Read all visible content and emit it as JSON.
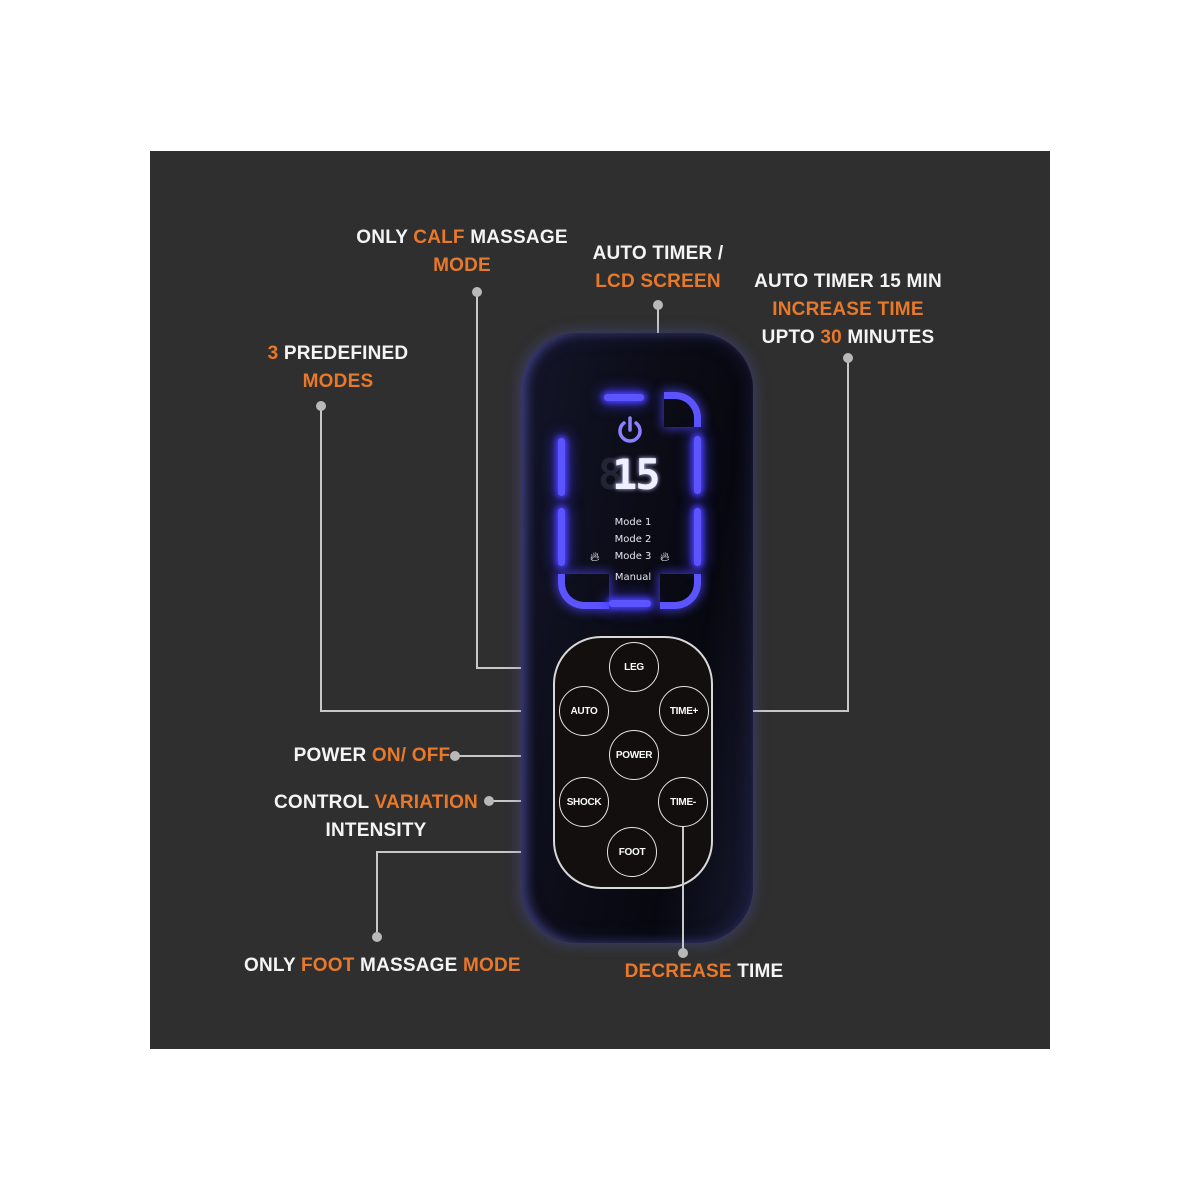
{
  "accent_color": "#e8782a",
  "panel_color": "#2f2f2f",
  "glow_color": "#5b54ff",
  "annotations": {
    "calf_mode": {
      "line1": [
        {
          "t": "ONLY ",
          "hl": false
        },
        {
          "t": "CALF",
          "hl": true
        },
        {
          "t": " MASSAGE",
          "hl": false
        }
      ],
      "line2": [
        {
          "t": "MODE",
          "hl": true
        }
      ]
    },
    "lcd_screen": {
      "line1": [
        {
          "t": "AUTO TIMER /",
          "hl": false
        }
      ],
      "line2": [
        {
          "t": "LCD SCREEN",
          "hl": true
        }
      ]
    },
    "auto_timer": {
      "line1": [
        {
          "t": "AUTO TIMER 15 MIN",
          "hl": false
        }
      ],
      "line2": [
        {
          "t": "INCREASE TIME",
          "hl": true
        }
      ],
      "line3": [
        {
          "t": "UPTO ",
          "hl": false
        },
        {
          "t": "30",
          "hl": true
        },
        {
          "t": " MINUTES",
          "hl": false
        }
      ]
    },
    "predefined_modes": {
      "line1": [
        {
          "t": "3",
          "hl": true
        },
        {
          "t": " PREDEFINED",
          "hl": false
        }
      ],
      "line2": [
        {
          "t": "MODES",
          "hl": true
        }
      ]
    },
    "power": {
      "line1": [
        {
          "t": "POWER ",
          "hl": false
        },
        {
          "t": "ON/ OFF",
          "hl": true
        }
      ]
    },
    "control_variation": {
      "line1": [
        {
          "t": "CONTROL ",
          "hl": false
        },
        {
          "t": "VARIATION",
          "hl": true
        }
      ],
      "line2": [
        {
          "t": "INTENSITY",
          "hl": false
        }
      ]
    },
    "foot_mode": {
      "line1": [
        {
          "t": "ONLY ",
          "hl": false
        },
        {
          "t": "FOOT",
          "hl": true
        },
        {
          "t": " MASSAGE ",
          "hl": false
        },
        {
          "t": "MODE",
          "hl": true
        }
      ]
    },
    "decrease_time": {
      "line1": [
        {
          "t": "DECREASE",
          "hl": true
        },
        {
          "t": " TIME",
          "hl": false
        }
      ]
    }
  },
  "display": {
    "power_icon": "power-icon",
    "timer_value": "15",
    "timer_ghost_digit": "8",
    "modes": [
      "Mode 1",
      "Mode 2",
      "Mode 3",
      "Manual"
    ],
    "heat_icon": "flame-icon"
  },
  "buttons": {
    "leg": "LEG",
    "auto": "AUTO",
    "time_plus": "TIME+",
    "power": "POWER",
    "shock": "SHOCK",
    "time_minus": "TIME-",
    "foot": "FOOT"
  }
}
